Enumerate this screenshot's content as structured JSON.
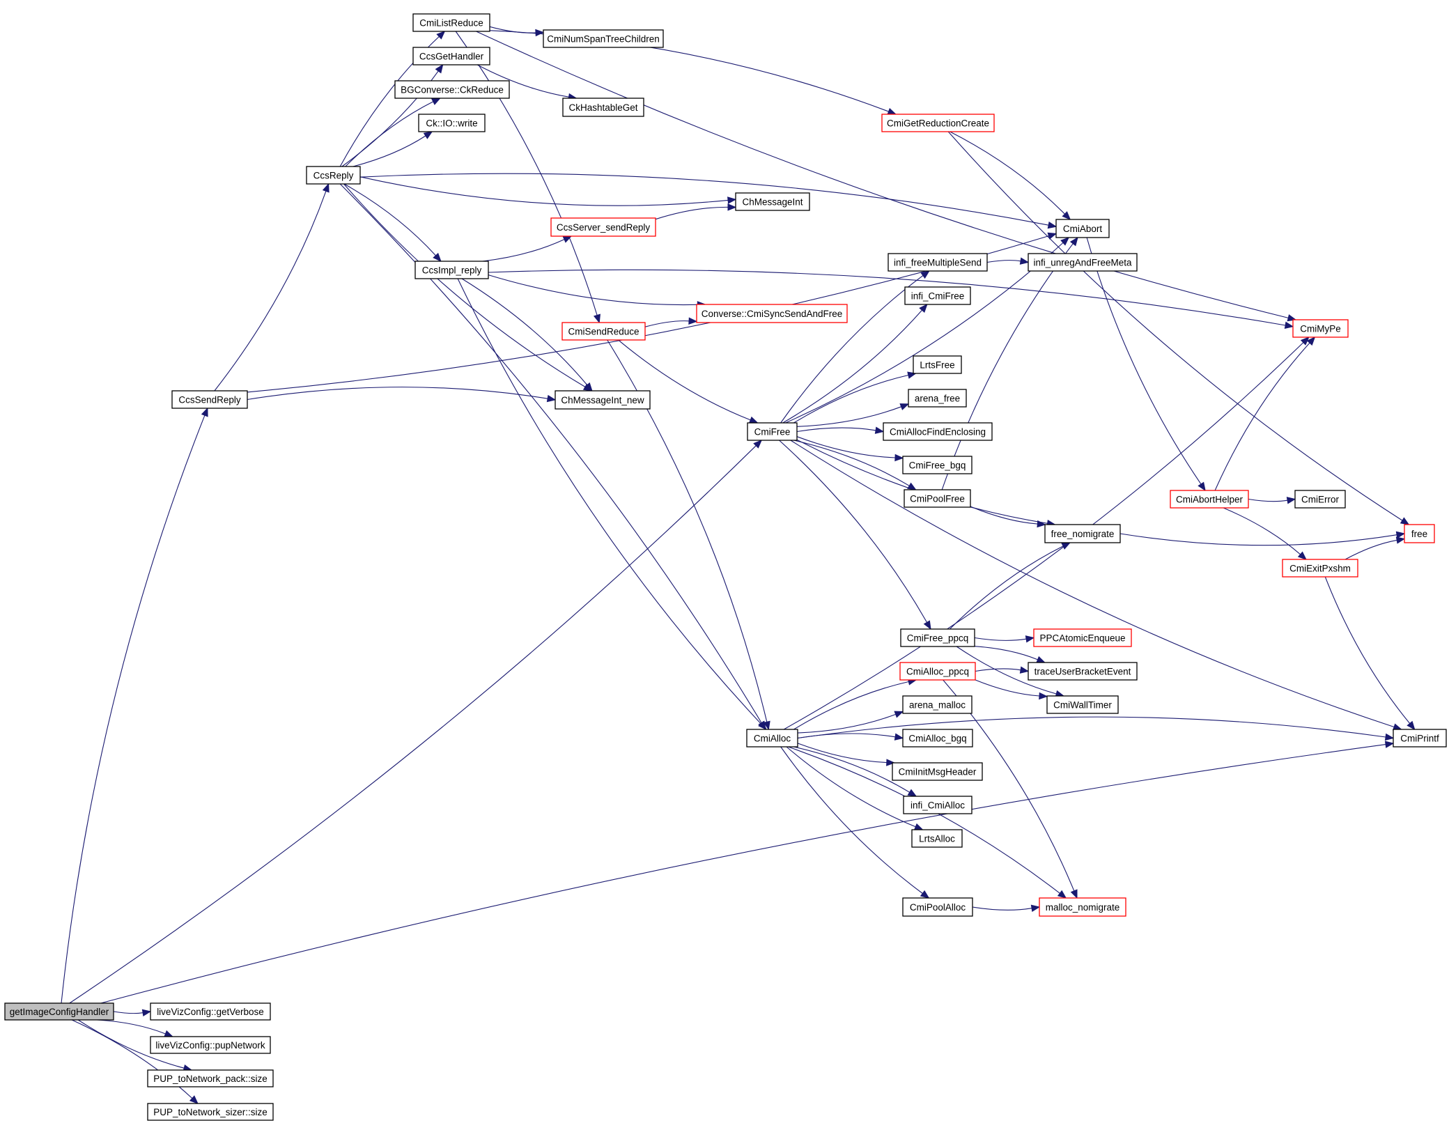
{
  "diagram": {
    "type": "call-graph",
    "root": "getImageConfigHandler",
    "colors": {
      "edge": "#191970",
      "node_border": "#000000",
      "truncated_node_border": "#ff0000",
      "root_fill": "#bfbfbf",
      "node_fill": "#ffffff"
    },
    "nodes": [
      {
        "id": "getImageConfigHandler",
        "label": "getImageConfigHandler",
        "kind": "root"
      },
      {
        "id": "CcsSendReply",
        "label": "CcsSendReply",
        "kind": "normal"
      },
      {
        "id": "CcsReply",
        "label": "CcsReply",
        "kind": "normal"
      },
      {
        "id": "CmiListReduce",
        "label": "CmiListReduce",
        "kind": "normal"
      },
      {
        "id": "CmiNumSpanTreeChildren",
        "label": "CmiNumSpanTreeChildren",
        "kind": "normal"
      },
      {
        "id": "CcsGetHandler",
        "label": "CcsGetHandler",
        "kind": "normal"
      },
      {
        "id": "BGConverseCkReduce",
        "label": "BGConverse::CkReduce",
        "kind": "normal"
      },
      {
        "id": "CkHashtableGet",
        "label": "CkHashtableGet",
        "kind": "normal"
      },
      {
        "id": "CkIOwrite",
        "label": "Ck::IO::write",
        "kind": "normal"
      },
      {
        "id": "CmiGetReductionCreate",
        "label": "CmiGetReductionCreate",
        "kind": "truncated"
      },
      {
        "id": "ChMessageInt",
        "label": "ChMessageInt",
        "kind": "normal"
      },
      {
        "id": "CcsServer_sendReply",
        "label": "CcsServer_sendReply",
        "kind": "truncated"
      },
      {
        "id": "CmiAbort",
        "label": "CmiAbort",
        "kind": "normal"
      },
      {
        "id": "CcsImpl_reply",
        "label": "CcsImpl_reply",
        "kind": "normal"
      },
      {
        "id": "infi_freeMultipleSend",
        "label": "infi_freeMultipleSend",
        "kind": "normal"
      },
      {
        "id": "infi_unregAndFreeMeta",
        "label": "infi_unregAndFreeMeta",
        "kind": "normal"
      },
      {
        "id": "infi_CmiFree",
        "label": "infi_CmiFree",
        "kind": "normal"
      },
      {
        "id": "ConverseCmiSyncSendAndFree",
        "label": "Converse::CmiSyncSendAndFree",
        "kind": "truncated"
      },
      {
        "id": "CmiSendReduce",
        "label": "CmiSendReduce",
        "kind": "truncated"
      },
      {
        "id": "CmiMyPe",
        "label": "CmiMyPe",
        "kind": "truncated"
      },
      {
        "id": "LrtsFree",
        "label": "LrtsFree",
        "kind": "normal"
      },
      {
        "id": "ChMessageInt_new",
        "label": "ChMessageInt_new",
        "kind": "normal"
      },
      {
        "id": "arena_free",
        "label": "arena_free",
        "kind": "normal"
      },
      {
        "id": "CmiFree",
        "label": "CmiFree",
        "kind": "normal"
      },
      {
        "id": "CmiAllocFindEnclosing",
        "label": "CmiAllocFindEnclosing",
        "kind": "normal"
      },
      {
        "id": "CmiFree_bgq",
        "label": "CmiFree_bgq",
        "kind": "normal"
      },
      {
        "id": "CmiPoolFree",
        "label": "CmiPoolFree",
        "kind": "normal"
      },
      {
        "id": "CmiAbortHelper",
        "label": "CmiAbortHelper",
        "kind": "truncated"
      },
      {
        "id": "CmiError",
        "label": "CmiError",
        "kind": "normal"
      },
      {
        "id": "free_nomigrate",
        "label": "free_nomigrate",
        "kind": "normal"
      },
      {
        "id": "free",
        "label": "free",
        "kind": "truncated"
      },
      {
        "id": "CmiExitPxshm",
        "label": "CmiExitPxshm",
        "kind": "truncated"
      },
      {
        "id": "CmiFree_ppcq",
        "label": "CmiFree_ppcq",
        "kind": "normal"
      },
      {
        "id": "PPCAtomicEnqueue",
        "label": "PPCAtomicEnqueue",
        "kind": "truncated"
      },
      {
        "id": "CmiAlloc_ppcq",
        "label": "CmiAlloc_ppcq",
        "kind": "truncated"
      },
      {
        "id": "traceUserBracketEvent",
        "label": "traceUserBracketEvent",
        "kind": "normal"
      },
      {
        "id": "arena_malloc",
        "label": "arena_malloc",
        "kind": "normal"
      },
      {
        "id": "CmiWallTimer",
        "label": "CmiWallTimer",
        "kind": "normal"
      },
      {
        "id": "CmiAlloc",
        "label": "CmiAlloc",
        "kind": "normal"
      },
      {
        "id": "CmiAlloc_bgq",
        "label": "CmiAlloc_bgq",
        "kind": "normal"
      },
      {
        "id": "CmiPrintf",
        "label": "CmiPrintf",
        "kind": "normal"
      },
      {
        "id": "CmiInitMsgHeader",
        "label": "CmiInitMsgHeader",
        "kind": "normal"
      },
      {
        "id": "infi_CmiAlloc",
        "label": "infi_CmiAlloc",
        "kind": "normal"
      },
      {
        "id": "LrtsAlloc",
        "label": "LrtsAlloc",
        "kind": "normal"
      },
      {
        "id": "CmiPoolAlloc",
        "label": "CmiPoolAlloc",
        "kind": "normal"
      },
      {
        "id": "malloc_nomigrate",
        "label": "malloc_nomigrate",
        "kind": "truncated"
      },
      {
        "id": "liveVizConfig_getVerbose",
        "label": "liveVizConfig::getVerbose",
        "kind": "normal"
      },
      {
        "id": "liveVizConfig_pupNetwork",
        "label": "liveVizConfig::pupNetwork",
        "kind": "normal"
      },
      {
        "id": "PUP_toNetwork_pack_size",
        "label": "PUP_toNetwork_pack::size",
        "kind": "normal"
      },
      {
        "id": "PUP_toNetwork_sizer_size",
        "label": "PUP_toNetwork_sizer::size",
        "kind": "normal"
      }
    ],
    "edges": [
      [
        "getImageConfigHandler",
        "CcsSendReply"
      ],
      [
        "getImageConfigHandler",
        "CmiFree"
      ],
      [
        "getImageConfigHandler",
        "CmiPrintf"
      ],
      [
        "getImageConfigHandler",
        "liveVizConfig_getVerbose"
      ],
      [
        "getImageConfigHandler",
        "liveVizConfig_pupNetwork"
      ],
      [
        "getImageConfigHandler",
        "PUP_toNetwork_pack_size"
      ],
      [
        "getImageConfigHandler",
        "PUP_toNetwork_sizer_size"
      ],
      [
        "CcsSendReply",
        "CcsReply"
      ],
      [
        "CcsSendReply",
        "ChMessageInt_new"
      ],
      [
        "CcsSendReply",
        "CmiAbort"
      ],
      [
        "CcsReply",
        "CmiListReduce"
      ],
      [
        "CcsReply",
        "CcsGetHandler"
      ],
      [
        "CcsReply",
        "BGConverseCkReduce"
      ],
      [
        "CcsReply",
        "CkIOwrite"
      ],
      [
        "CcsReply",
        "CmiAbort"
      ],
      [
        "CcsReply",
        "ChMessageInt"
      ],
      [
        "CcsReply",
        "CcsImpl_reply"
      ],
      [
        "CcsReply",
        "ChMessageInt_new"
      ],
      [
        "CcsReply",
        "CmiAlloc"
      ],
      [
        "CmiListReduce",
        "CmiNumSpanTreeChildren"
      ],
      [
        "CmiListReduce",
        "CmiGetReductionCreate"
      ],
      [
        "CmiListReduce",
        "CmiMyPe"
      ],
      [
        "CmiListReduce",
        "CmiSendReduce"
      ],
      [
        "CcsGetHandler",
        "CkHashtableGet"
      ],
      [
        "CmiGetReductionCreate",
        "CmiAbort"
      ],
      [
        "CmiGetReductionCreate",
        "free"
      ],
      [
        "CcsServer_sendReply",
        "ChMessageInt"
      ],
      [
        "CcsImpl_reply",
        "CcsServer_sendReply"
      ],
      [
        "CcsImpl_reply",
        "CmiMyPe"
      ],
      [
        "CcsImpl_reply",
        "ConverseCmiSyncSendAndFree"
      ],
      [
        "CcsImpl_reply",
        "ChMessageInt_new"
      ],
      [
        "CcsImpl_reply",
        "CmiAlloc"
      ],
      [
        "CmiSendReduce",
        "ConverseCmiSyncSendAndFree"
      ],
      [
        "CmiSendReduce",
        "CmiFree"
      ],
      [
        "CmiSendReduce",
        "CmiAlloc"
      ],
      [
        "CmiAbort",
        "CmiAbortHelper"
      ],
      [
        "infi_freeMultipleSend",
        "infi_unregAndFreeMeta"
      ],
      [
        "CmiFree",
        "CmiAbort"
      ],
      [
        "CmiFree",
        "infi_freeMultipleSend"
      ],
      [
        "CmiFree",
        "infi_CmiFree"
      ],
      [
        "CmiFree",
        "LrtsFree"
      ],
      [
        "CmiFree",
        "arena_free"
      ],
      [
        "CmiFree",
        "CmiAllocFindEnclosing"
      ],
      [
        "CmiFree",
        "CmiFree_bgq"
      ],
      [
        "CmiFree",
        "CmiPoolFree"
      ],
      [
        "CmiFree",
        "free_nomigrate"
      ],
      [
        "CmiFree",
        "CmiFree_ppcq"
      ],
      [
        "CmiFree",
        "CmiPrintf"
      ],
      [
        "CmiPoolFree",
        "CmiAbort"
      ],
      [
        "CmiPoolFree",
        "free_nomigrate"
      ],
      [
        "CmiAbortHelper",
        "CmiMyPe"
      ],
      [
        "CmiAbortHelper",
        "CmiError"
      ],
      [
        "CmiAbortHelper",
        "CmiExitPxshm"
      ],
      [
        "free_nomigrate",
        "free"
      ],
      [
        "CmiExitPxshm",
        "free"
      ],
      [
        "CmiExitPxshm",
        "CmiPrintf"
      ],
      [
        "CmiFree_ppcq",
        "free_nomigrate"
      ],
      [
        "CmiFree_ppcq",
        "PPCAtomicEnqueue"
      ],
      [
        "CmiFree_ppcq",
        "traceUserBracketEvent"
      ],
      [
        "CmiFree_ppcq",
        "CmiWallTimer"
      ],
      [
        "CmiAlloc_ppcq",
        "traceUserBracketEvent"
      ],
      [
        "CmiAlloc_ppcq",
        "CmiWallTimer"
      ],
      [
        "CmiAlloc_ppcq",
        "malloc_nomigrate"
      ],
      [
        "CmiAlloc",
        "CmiMyPe"
      ],
      [
        "CmiAlloc",
        "CmiAlloc_ppcq"
      ],
      [
        "CmiAlloc",
        "arena_malloc"
      ],
      [
        "CmiAlloc",
        "CmiAlloc_bgq"
      ],
      [
        "CmiAlloc",
        "CmiInitMsgHeader"
      ],
      [
        "CmiAlloc",
        "infi_CmiAlloc"
      ],
      [
        "CmiAlloc",
        "LrtsAlloc"
      ],
      [
        "CmiAlloc",
        "CmiPrintf"
      ],
      [
        "CmiAlloc",
        "CmiPoolAlloc"
      ],
      [
        "CmiAlloc",
        "malloc_nomigrate"
      ],
      [
        "CmiPoolAlloc",
        "malloc_nomigrate"
      ]
    ]
  }
}
